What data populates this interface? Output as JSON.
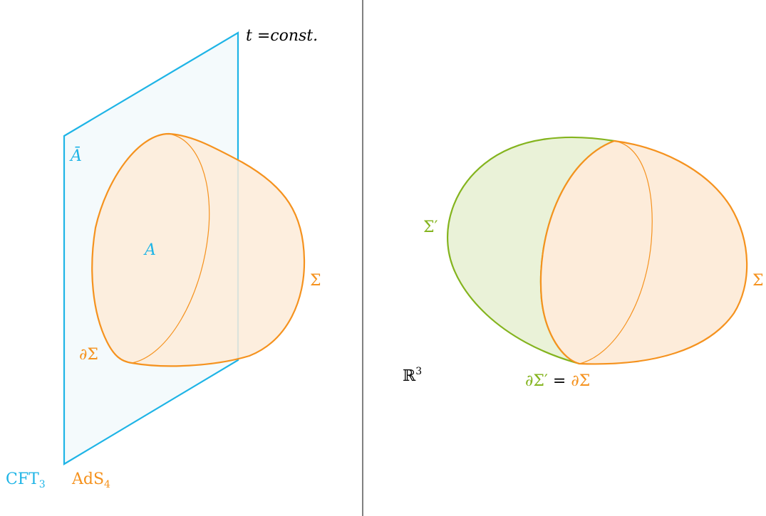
{
  "colors": {
    "cyan": "#1eb4e6",
    "orange": "#f5921e",
    "green": "#84b41e",
    "black": "#000000",
    "plane_fill": "#f4fafc",
    "orange_fill": "#fdebd8",
    "green_fill": "#eaf2d8"
  },
  "left_panel": {
    "plane_label": "t =const.",
    "abar_label": "Ā",
    "a_label": "A",
    "sigma_label": "Σ",
    "boundary_label": "∂Σ",
    "cft_label": "CFT",
    "cft_sub": "3",
    "ads_label": "AdS",
    "ads_sub": "4"
  },
  "right_panel": {
    "sigma_prime_label": "Σ′",
    "sigma_label": "Σ",
    "r3_label": "ℝ",
    "r3_sup": "3",
    "eq_lhs": "∂Σ′",
    "eq_op": " = ",
    "eq_rhs": "∂Σ"
  }
}
